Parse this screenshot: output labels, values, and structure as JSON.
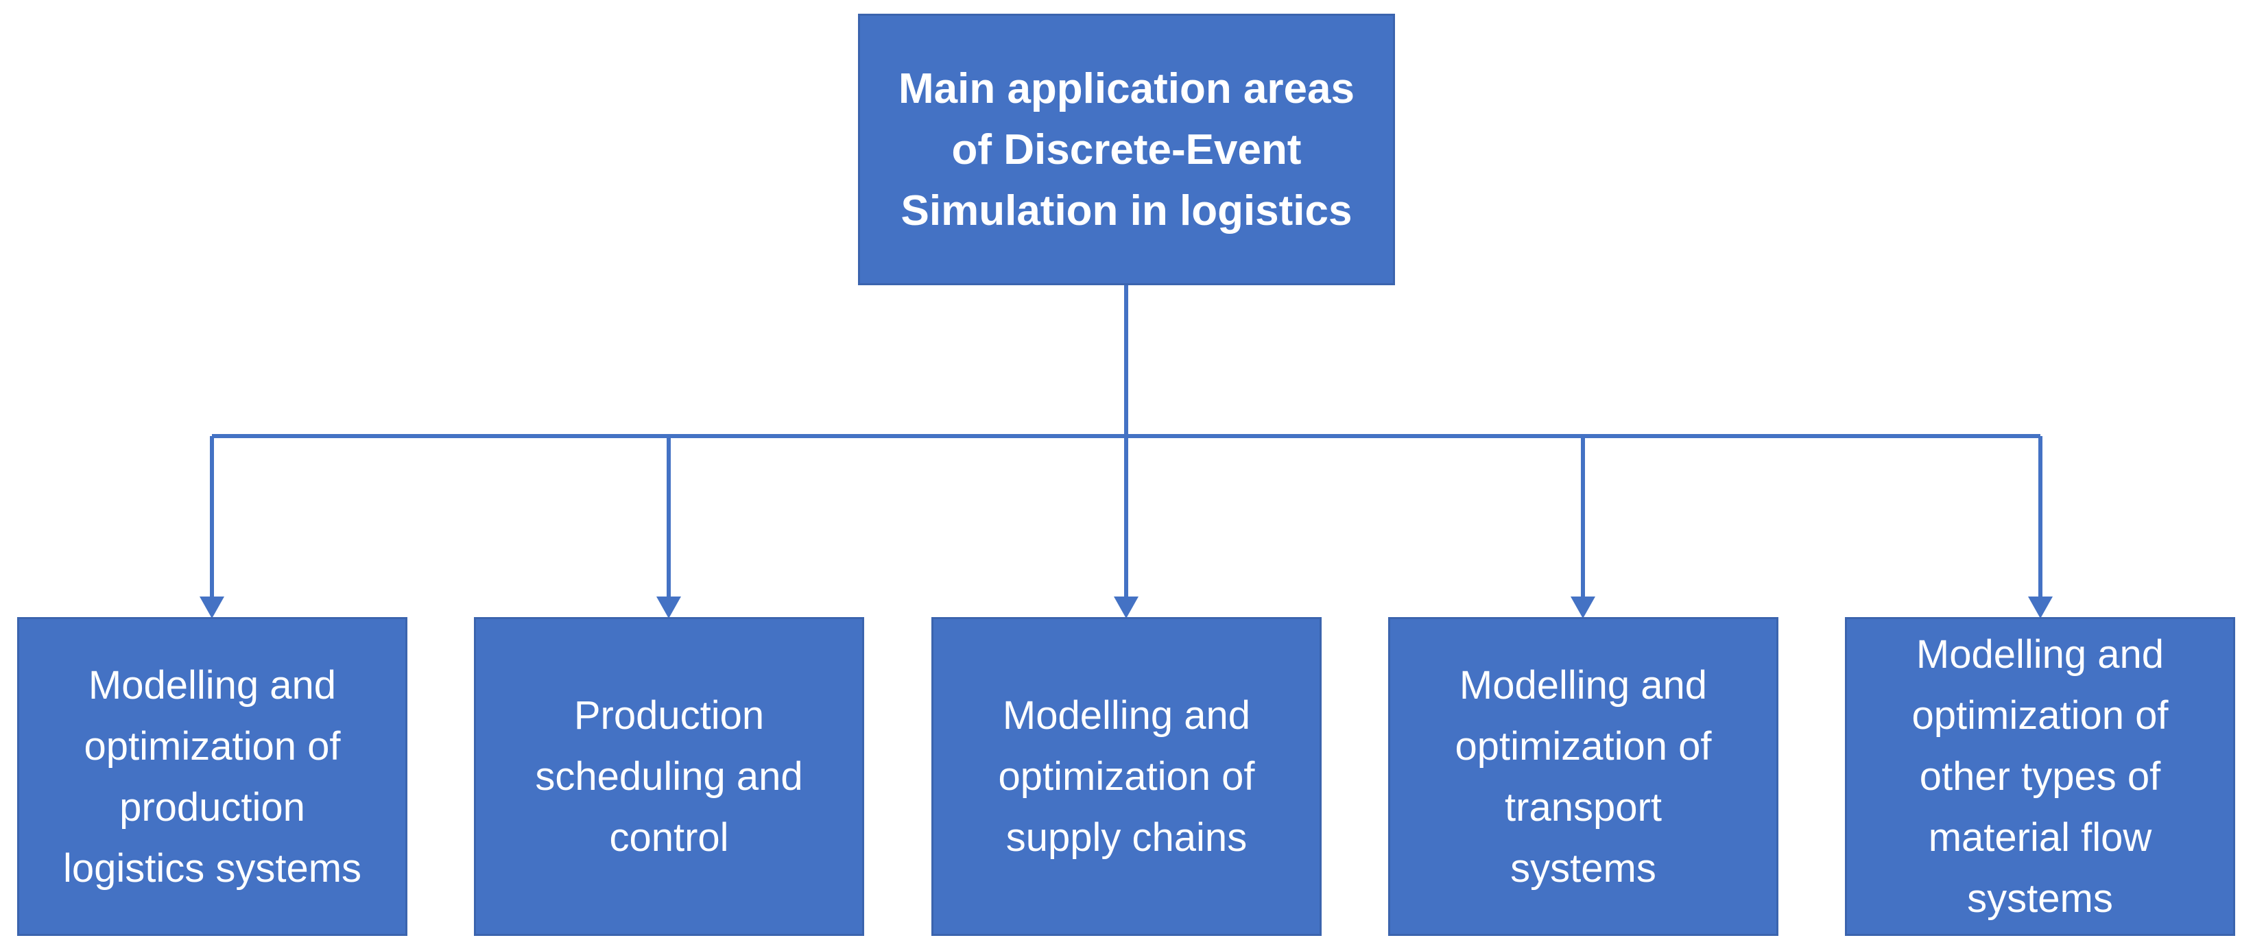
{
  "colors": {
    "box_fill": "#4472C4",
    "connector": "#4472C4",
    "text": "#FFFFFF"
  },
  "root": {
    "label": "Main application areas\nof Discrete-Event\nSimulation in logistics"
  },
  "children": [
    {
      "label": "Modelling and\noptimization of\nproduction\nlogistics systems"
    },
    {
      "label": "Production\nscheduling and\ncontrol"
    },
    {
      "label": "Modelling and\noptimization of\nsupply chains"
    },
    {
      "label": "Modelling and\noptimization of\ntransport\nsystems"
    },
    {
      "label": "Modelling and\noptimization of\nother types of\nmaterial flow\nsystems"
    }
  ]
}
